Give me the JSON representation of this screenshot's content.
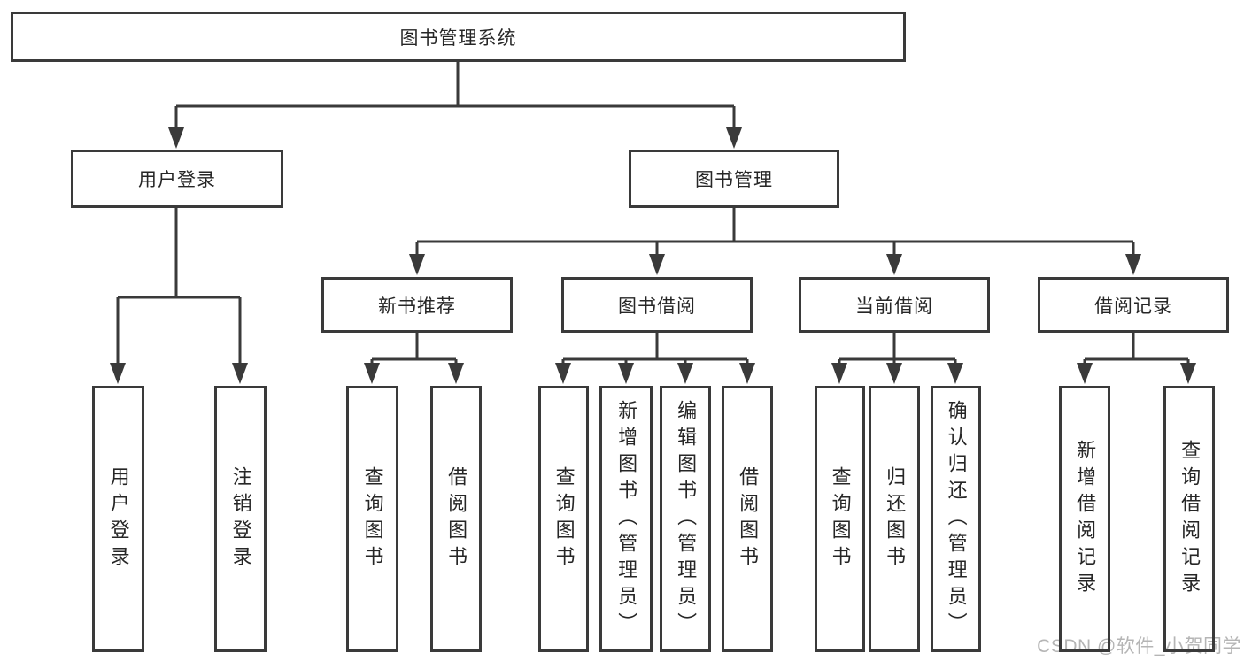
{
  "diagram": {
    "title": "图书管理系统",
    "tree": {
      "label": "图书管理系统",
      "children": [
        {
          "label": "用户登录",
          "children": [
            {
              "label": "用户登录"
            },
            {
              "label": "注销登录"
            }
          ]
        },
        {
          "label": "图书管理",
          "children": [
            {
              "label": "新书推荐",
              "children": [
                {
                  "label": "查询图书"
                },
                {
                  "label": "借阅图书"
                }
              ]
            },
            {
              "label": "图书借阅",
              "children": [
                {
                  "label": "查询图书"
                },
                {
                  "label": "新增图书（管理员）"
                },
                {
                  "label": "编辑图书（管理员）"
                },
                {
                  "label": "借阅图书"
                }
              ]
            },
            {
              "label": "当前借阅",
              "children": [
                {
                  "label": "查询图书"
                },
                {
                  "label": "归还图书"
                },
                {
                  "label": "确认归还（管理员）"
                }
              ]
            },
            {
              "label": "借阅记录",
              "children": [
                {
                  "label": "新增借阅记录"
                },
                {
                  "label": "查询借阅记录"
                }
              ]
            }
          ]
        }
      ]
    },
    "watermark": "CSDN @软件_小贺同学",
    "colors": {
      "line": "#3a3a3a",
      "box_border": "#3a3a3a",
      "text": "#262626",
      "watermark": "#b5b5b5",
      "background": "#ffffff"
    }
  }
}
